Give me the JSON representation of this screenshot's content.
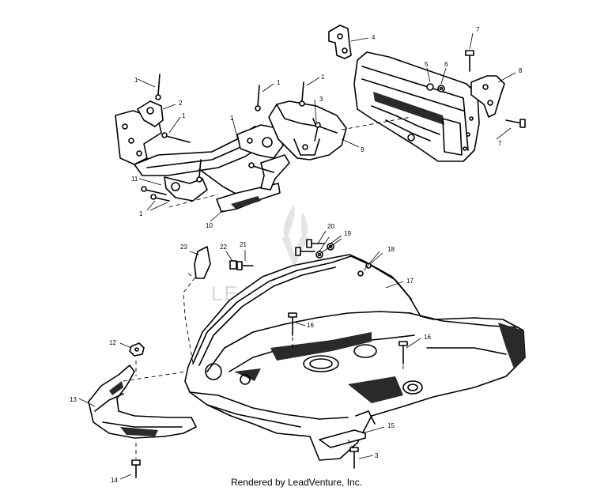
{
  "diagram": {
    "callouts": [
      {
        "id": "c1a",
        "text": "1"
      },
      {
        "id": "c2",
        "text": "2"
      },
      {
        "id": "c1b",
        "text": "1"
      },
      {
        "id": "c1c",
        "text": "1"
      },
      {
        "id": "c1d",
        "text": "1"
      },
      {
        "id": "c1e",
        "text": "1"
      },
      {
        "id": "c3a",
        "text": "3"
      },
      {
        "id": "c4",
        "text": "4"
      },
      {
        "id": "c5",
        "text": "5"
      },
      {
        "id": "c6",
        "text": "6"
      },
      {
        "id": "c7a",
        "text": "7"
      },
      {
        "id": "c8",
        "text": "8"
      },
      {
        "id": "c7b",
        "text": "7"
      },
      {
        "id": "c9",
        "text": "9"
      },
      {
        "id": "c11",
        "text": "11"
      },
      {
        "id": "c1f",
        "text": "1"
      },
      {
        "id": "c10",
        "text": "10"
      },
      {
        "id": "c23",
        "text": "23"
      },
      {
        "id": "c22",
        "text": "22"
      },
      {
        "id": "c21",
        "text": "21"
      },
      {
        "id": "c20",
        "text": "20"
      },
      {
        "id": "c19",
        "text": "19"
      },
      {
        "id": "c18",
        "text": "18"
      },
      {
        "id": "c17",
        "text": "17"
      },
      {
        "id": "c16a",
        "text": "16"
      },
      {
        "id": "c16b",
        "text": "16"
      },
      {
        "id": "c12",
        "text": "12"
      },
      {
        "id": "c13",
        "text": "13"
      },
      {
        "id": "c14",
        "text": "14"
      },
      {
        "id": "c15",
        "text": "15"
      },
      {
        "id": "c3b",
        "text": "3"
      }
    ],
    "watermark": "LEADVENTURE",
    "footer": "Rendered by LeadVenture, Inc."
  }
}
